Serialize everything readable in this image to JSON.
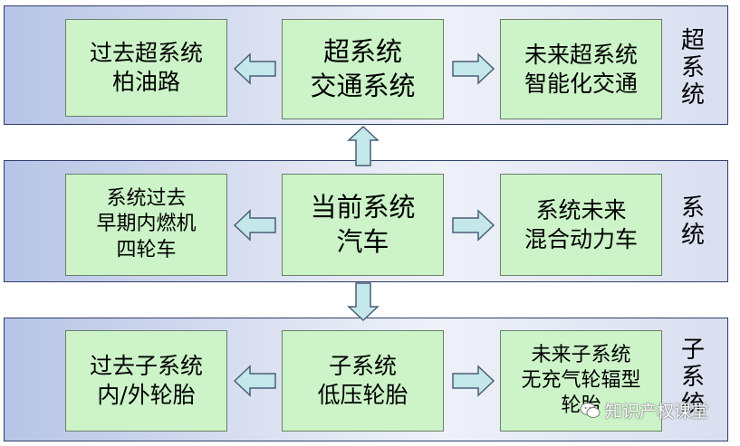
{
  "layers": [
    {
      "id": "super",
      "label_chars": [
        "超",
        "系",
        "统"
      ],
      "past": {
        "lines": [
          "过去超系统",
          "柏油路"
        ]
      },
      "current": {
        "lines": [
          "超系统",
          "交通系统"
        ]
      },
      "future": {
        "lines": [
          "未来超系统",
          "智能化交通"
        ]
      }
    },
    {
      "id": "system",
      "label_chars": [
        "系",
        "统"
      ],
      "past": {
        "lines": [
          "系统过去",
          "早期内燃机",
          "四轮车"
        ]
      },
      "current": {
        "lines": [
          "当前系统",
          "汽车"
        ]
      },
      "future": {
        "lines": [
          "系统未来",
          "混合动力车"
        ]
      }
    },
    {
      "id": "sub",
      "label_chars": [
        "子",
        "系",
        "统"
      ],
      "past": {
        "lines": [
          "过去子系统",
          "内/外轮胎"
        ]
      },
      "current": {
        "lines": [
          "子系统",
          "低压轮胎"
        ]
      },
      "future": {
        "lines": [
          "未来子系统",
          "无充气轮辐型",
          "轮胎"
        ]
      }
    }
  ],
  "watermark": {
    "text": "知识产权课堂",
    "icon": "wechat-icon"
  },
  "colors": {
    "box_fill": "#ccf4c8",
    "arrow_fill": "#c4e7ea",
    "arrow_stroke": "#4a5f78",
    "band_border": "#2f3f6b"
  }
}
